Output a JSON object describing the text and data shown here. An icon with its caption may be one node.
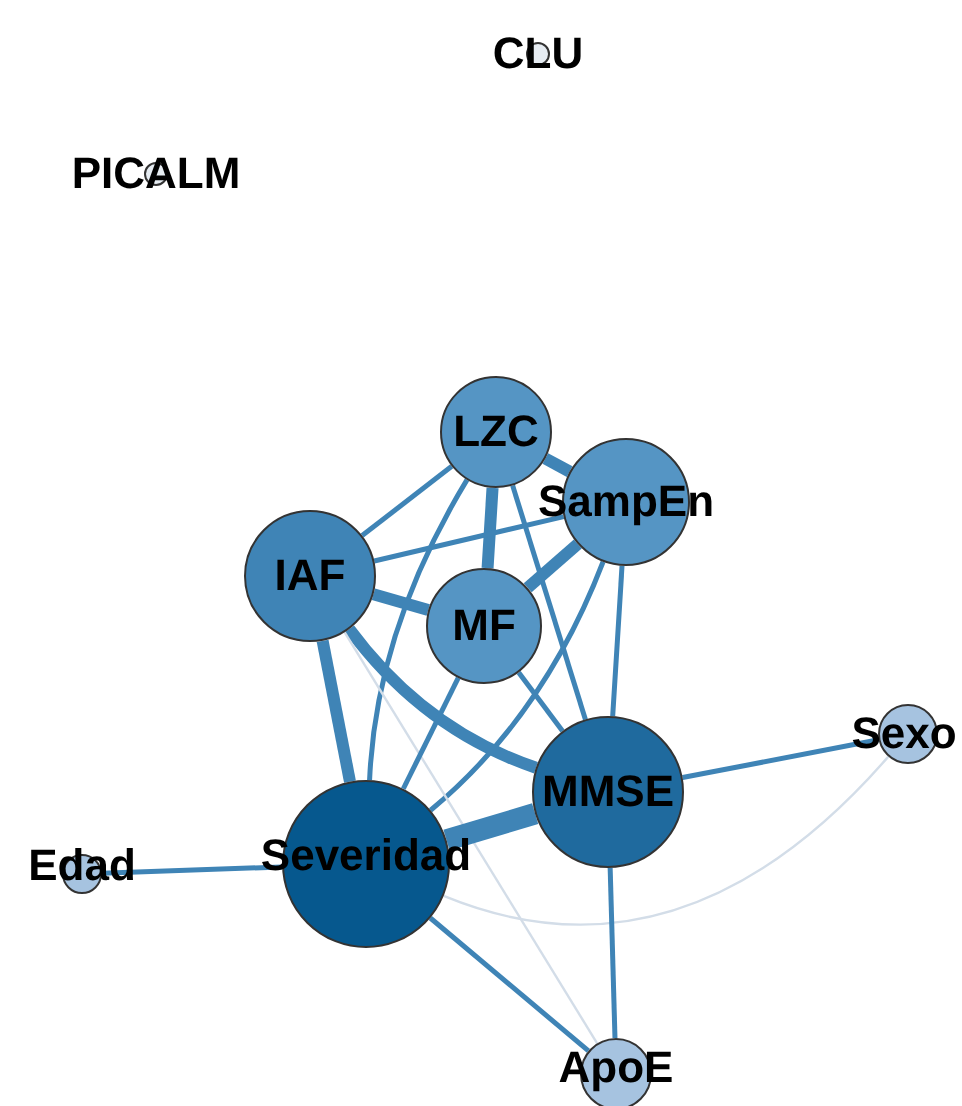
{
  "diagram": {
    "nodes": [
      {
        "text": [
          "CLU"
        ]
      },
      {
        "text": [
          "PICALM"
        ]
      },
      {
        "text": [
          "LZC"
        ]
      },
      {
        "text": [
          "SampEn"
        ]
      },
      {
        "text": [
          "IAF"
        ]
      },
      {
        "text": [
          "MF"
        ]
      },
      {
        "text": [
          "MMSE"
        ]
      },
      {
        "text": [
          "Sexo"
        ]
      },
      {
        "text": [
          "Edad"
        ]
      },
      {
        "text": [
          "Severidad"
        ]
      },
      {
        "text": [
          "ApoE"
        ]
      }
    ],
    "edges": [
      {
        "from": 2,
        "to": 3,
        "arrow": "none",
        "style": "thick"
      },
      {
        "from": 2,
        "to": 4,
        "arrow": "none"
      },
      {
        "from": 2,
        "to": 5,
        "arrow": "none",
        "style": "thick"
      },
      {
        "from": 2,
        "to": 6,
        "arrow": "none"
      },
      {
        "from": 2,
        "to": 9,
        "arrow": "none"
      },
      {
        "from": 3,
        "to": 4,
        "arrow": "none"
      },
      {
        "from": 3,
        "to": 5,
        "arrow": "none",
        "style": "thick"
      },
      {
        "from": 3,
        "to": 6,
        "arrow": "none"
      },
      {
        "from": 3,
        "to": 9,
        "arrow": "none"
      },
      {
        "from": 4,
        "to": 5,
        "arrow": "none",
        "style": "thick"
      },
      {
        "from": 4,
        "to": 6,
        "arrow": "none",
        "style": "thick"
      },
      {
        "from": 4,
        "to": 9,
        "arrow": "none",
        "style": "thick"
      },
      {
        "from": 4,
        "to": 10,
        "arrow": "none",
        "color": "#d3dde8"
      },
      {
        "from": 5,
        "to": 6,
        "arrow": "none"
      },
      {
        "from": 5,
        "to": 9,
        "arrow": "none"
      },
      {
        "from": 6,
        "to": 9,
        "arrow": "none",
        "style": "thick"
      },
      {
        "from": 6,
        "to": 7,
        "arrow": "none"
      },
      {
        "from": 9,
        "to": 7,
        "arrow": "none",
        "color": "#d3dde8"
      },
      {
        "from": 6,
        "to": 10,
        "arrow": "none"
      },
      {
        "from": 9,
        "to": 10,
        "arrow": "none"
      },
      {
        "from": 8,
        "to": 9,
        "arrow": "none"
      }
    ]
  }
}
